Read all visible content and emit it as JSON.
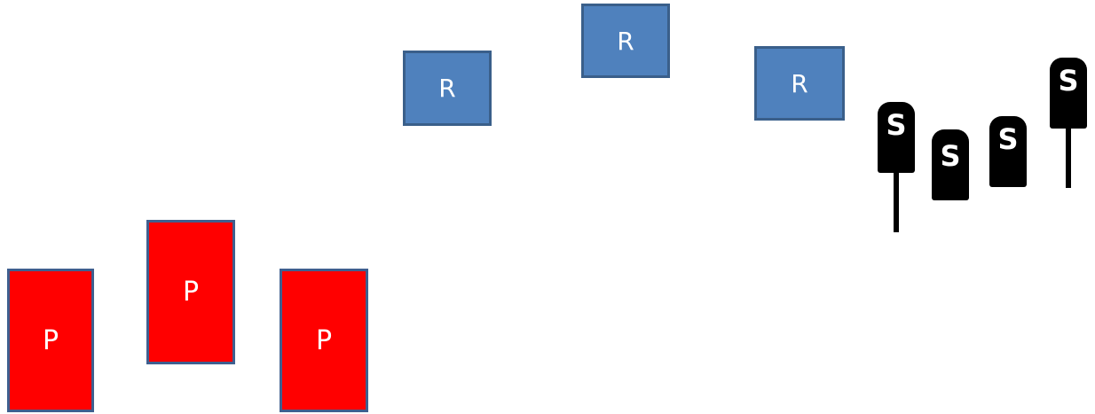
{
  "diagram": {
    "p_boxes": [
      {
        "label": "P"
      },
      {
        "label": "P"
      },
      {
        "label": "P"
      }
    ],
    "r_boxes": [
      {
        "label": "R"
      },
      {
        "label": "R"
      },
      {
        "label": "R"
      }
    ],
    "signs": [
      {
        "label": "S",
        "has_pole": true
      },
      {
        "label": "S",
        "has_pole": false
      },
      {
        "label": "S",
        "has_pole": false
      },
      {
        "label": "S",
        "has_pole": true
      }
    ],
    "colors": {
      "p_fill": "#ff0000",
      "r_fill": "#4f81bd",
      "sign_fill": "#000000",
      "border": "#3f5f8f"
    }
  }
}
